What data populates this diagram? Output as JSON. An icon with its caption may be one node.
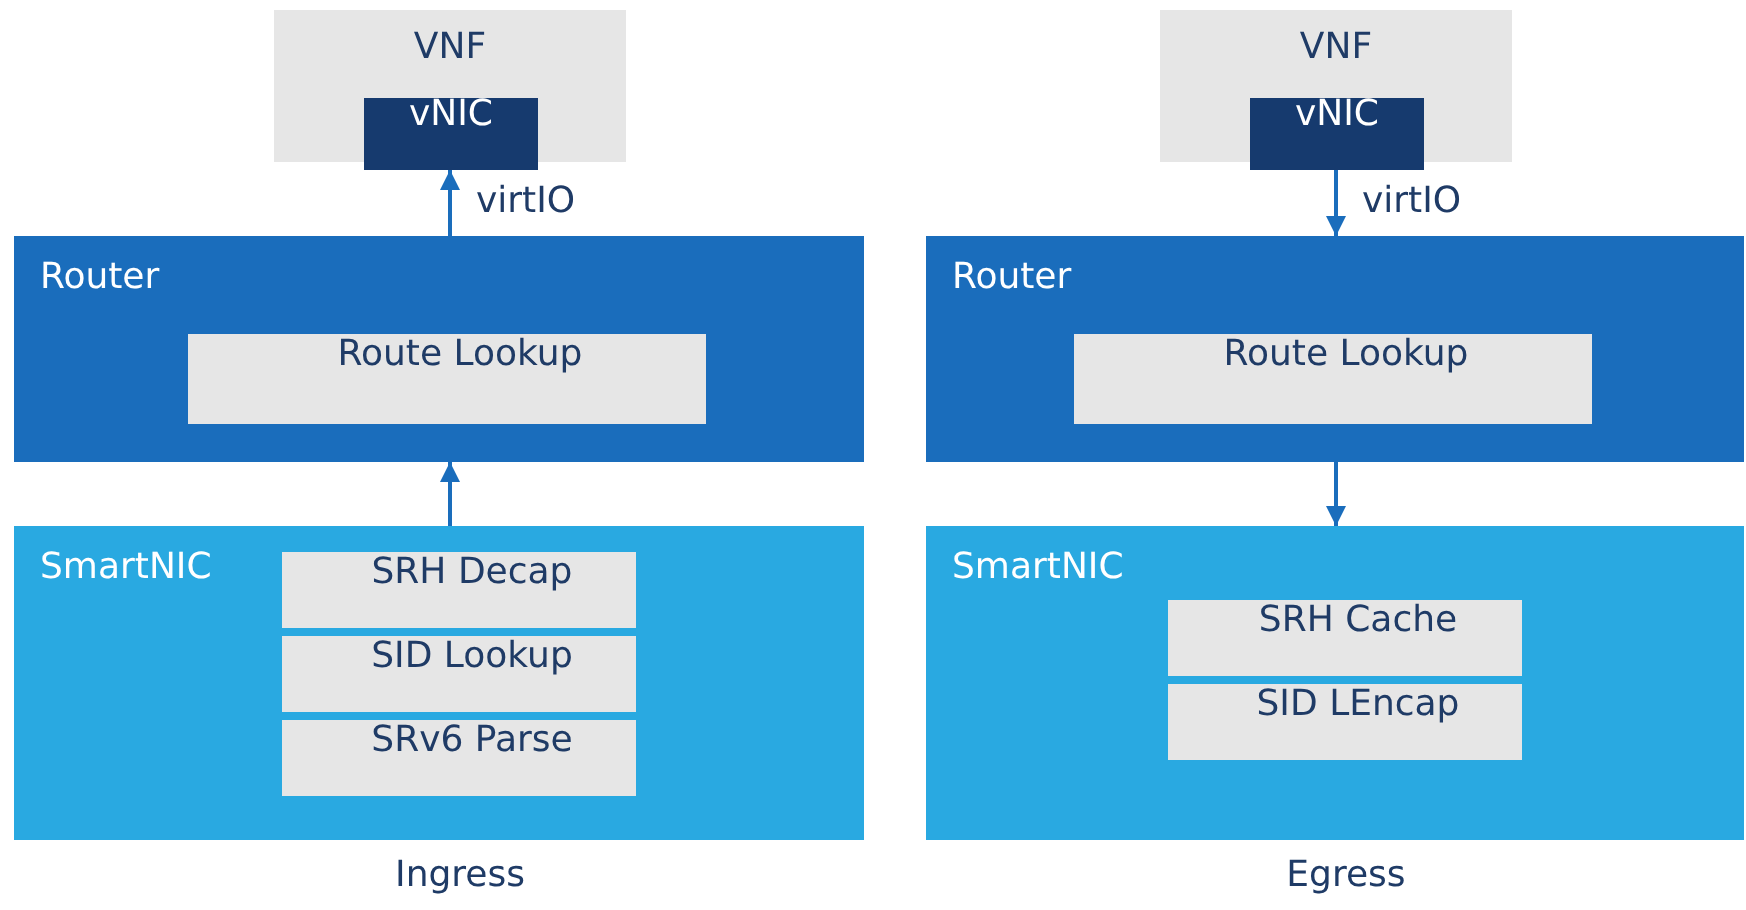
{
  "diagram": {
    "nodes": [
      {
        "text": [
          "VNF"
        ]
      },
      {
        "text": [
          "vNIC"
        ],
        "in": 0
      },
      {
        "text": [
          "Router"
        ]
      },
      {
        "text": [
          "Route Lookup"
        ],
        "in": 2
      },
      {
        "text": [
          "SmartNIC"
        ]
      },
      {
        "text": [
          "SRH Decap"
        ],
        "in": 4
      },
      {
        "text": [
          "SID Lookup"
        ],
        "in": 4
      },
      {
        "text": [
          "SRv6 Parse"
        ],
        "in": 4
      },
      {
        "text": [
          "VNF"
        ]
      },
      {
        "text": [
          "vNIC"
        ],
        "in": 8
      },
      {
        "text": [
          "Router"
        ]
      },
      {
        "text": [
          "Route Lookup"
        ],
        "in": 10
      },
      {
        "text": [
          "SmartNIC"
        ]
      },
      {
        "text": [
          "SRH Cache"
        ],
        "in": 12
      },
      {
        "text": [
          "SID LEncap"
        ],
        "in": 12
      }
    ],
    "edges": [
      {
        "from": 2,
        "to": 1,
        "arrow": "to",
        "label": "virtIO"
      },
      {
        "from": 4,
        "to": 2,
        "arrow": "to"
      },
      {
        "from": 9,
        "to": 10,
        "arrow": "to",
        "label": "virtIO"
      },
      {
        "from": 10,
        "to": 12,
        "arrow": "to"
      }
    ],
    "labels": [
      "Ingress",
      "Egress"
    ]
  }
}
